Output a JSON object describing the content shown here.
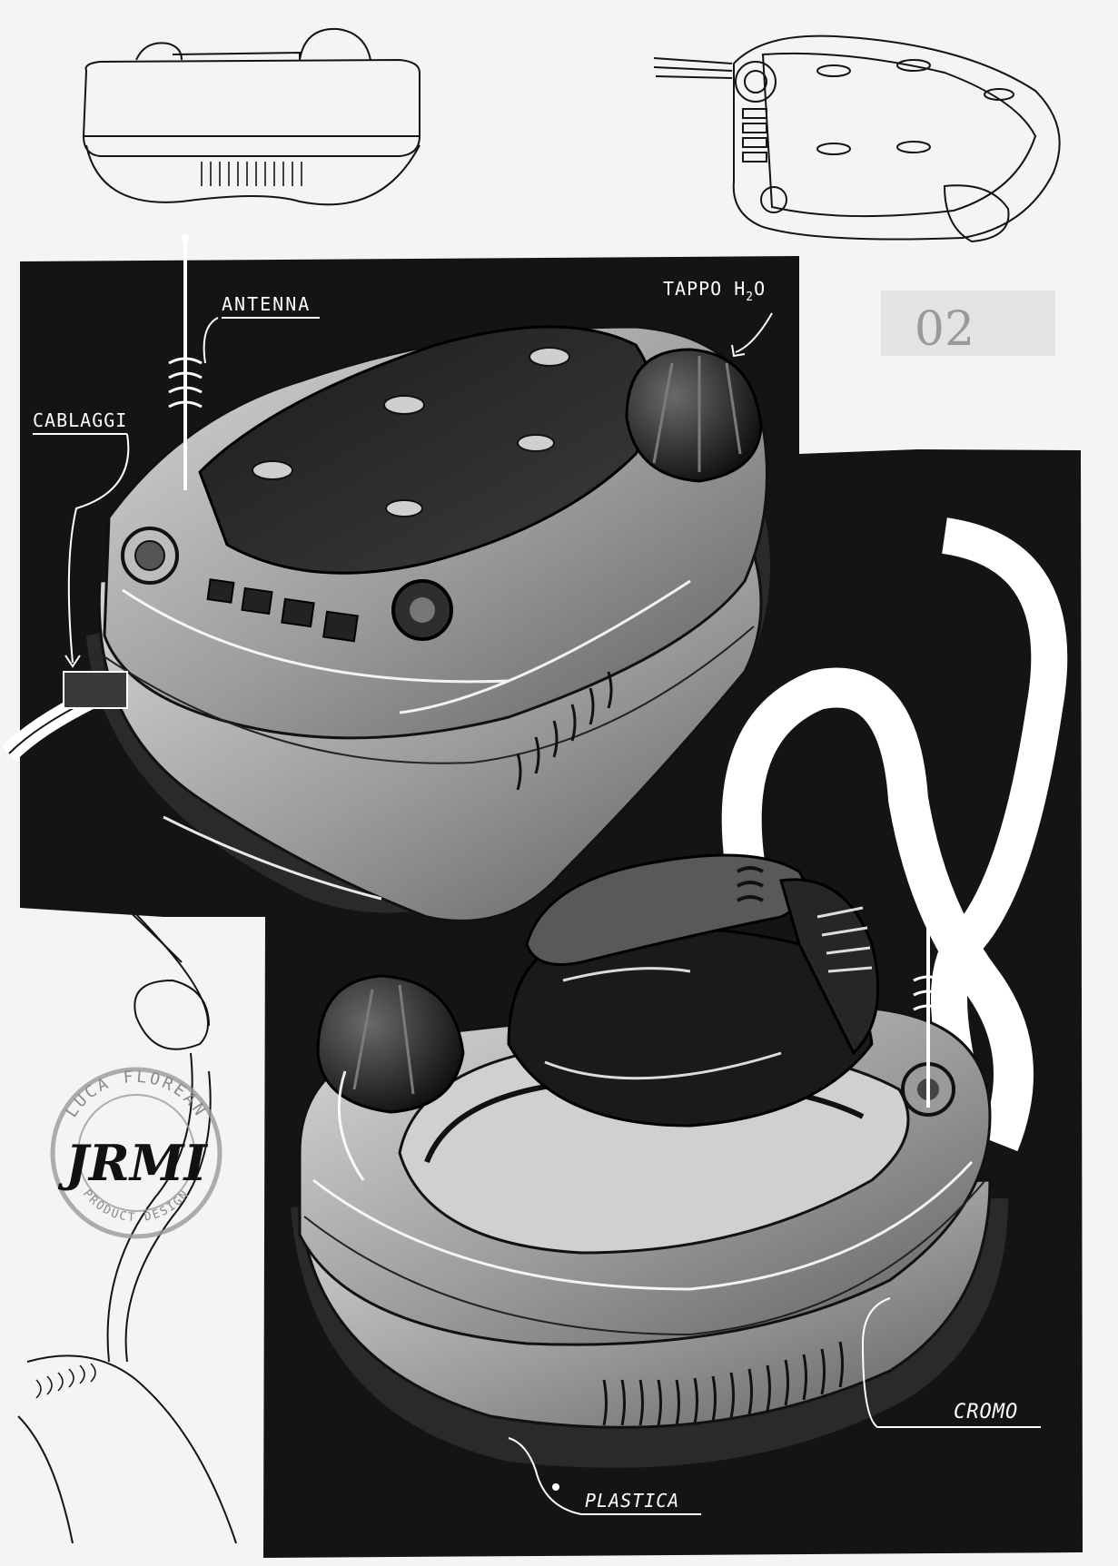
{
  "labels": {
    "antenna": "ANTENNA",
    "tappo": "TAPPO H",
    "tappo_sub": "2",
    "tappo_end": "O",
    "cablaggi": "CABLAGGI",
    "cromo": "CROMO",
    "plastica": "PLASTICA",
    "sheet_number": "02"
  },
  "stamp": {
    "top_text": "LUCA FLOREAN",
    "bottom_text": "PRODUCT DESIGN",
    "signature": "JRMI"
  },
  "colors": {
    "paper": "#f4f4f2",
    "ink": "#141414",
    "marker_dark": "#3a3a3a",
    "marker_mid": "#8c8c8c",
    "marker_light": "#c8c8c8",
    "highlight": "#ffffff"
  }
}
